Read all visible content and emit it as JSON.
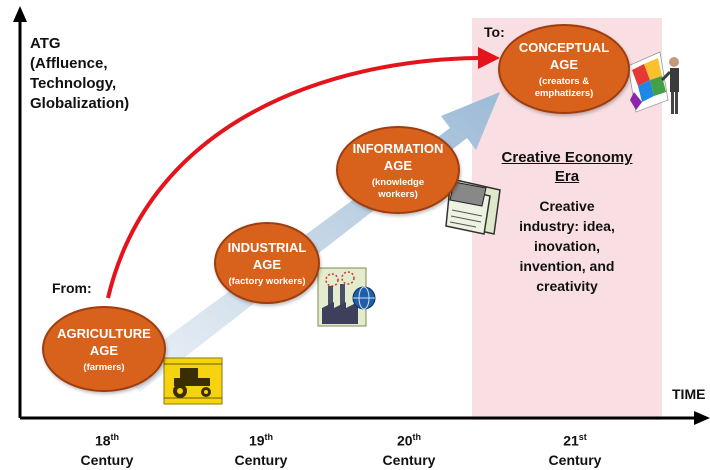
{
  "axis": {
    "y_label_lines": [
      "ATG",
      "(Affluence,",
      "Technology,",
      "Globalization)"
    ],
    "x_label": "TIME"
  },
  "from_label": "From:",
  "to_label": "To:",
  "ages": [
    {
      "name_lines": [
        "AGRICULTURE",
        "AGE"
      ],
      "sub_lines": [
        "(farmers)"
      ],
      "icon": "tractor-icon"
    },
    {
      "name_lines": [
        "INDUSTRIAL",
        "AGE"
      ],
      "sub_lines": [
        "(factory workers)"
      ],
      "icon": "factory-globe-icon"
    },
    {
      "name_lines": [
        "INFORMATION",
        "AGE"
      ],
      "sub_lines": [
        "(knowledge",
        "workers)"
      ],
      "icon": "documents-icon"
    },
    {
      "name_lines": [
        "CONCEPTUAL",
        "AGE"
      ],
      "sub_lines": [
        "(creators &",
        "emphatizers)"
      ],
      "icon": "painter-icon"
    }
  ],
  "era": {
    "title_lines": [
      "Creative Economy",
      "Era"
    ],
    "text_lines": [
      "Creative",
      "industry: idea,",
      "inovation,",
      "invention, and",
      "creativity"
    ]
  },
  "centuries": [
    {
      "num": "18",
      "suffix": "th",
      "word": "Century"
    },
    {
      "num": "19",
      "suffix": "th",
      "word": "Century"
    },
    {
      "num": "20",
      "suffix": "th",
      "word": "Century"
    },
    {
      "num": "21",
      "suffix": "st",
      "word": "Century"
    }
  ],
  "colors": {
    "ellipse_fill": "#d8621c",
    "curve_arrow": "#e3141b",
    "growth_arrow": "#a9c4dc",
    "era_panel": "#f9dfe3"
  }
}
